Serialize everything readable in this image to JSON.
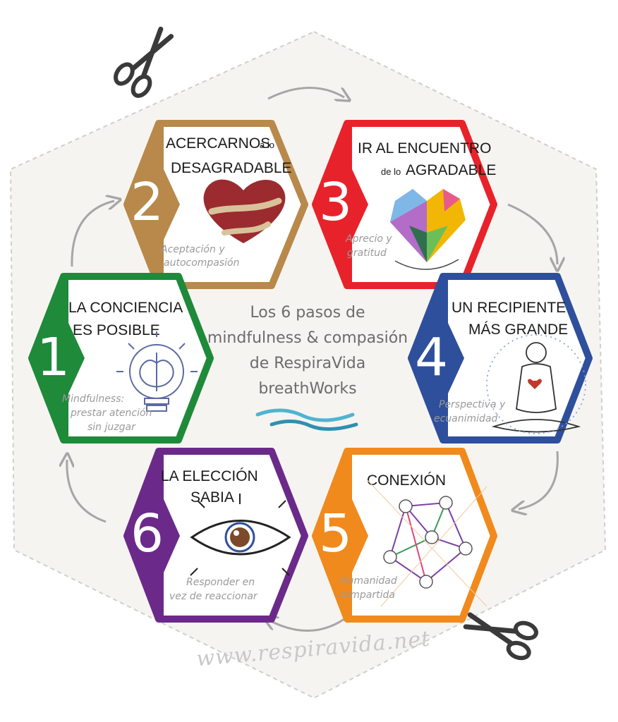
{
  "center": {
    "line1": "Los 6 pasos de",
    "line2": "mindfulness & compasión",
    "line3": "de RespiraVida",
    "line4": "breathWorks"
  },
  "footer_url": "www.respiravida.net",
  "colors": {
    "step1": "#1e8a3a",
    "step2": "#b8894a",
    "step3": "#e8222a",
    "step4": "#2e4f9c",
    "step5": "#f08a1d",
    "step6": "#6b2a8a",
    "wave": "#4fb4cf"
  },
  "steps": {
    "s1": {
      "number": "1",
      "title_a": "LA CONCIENCIA",
      "title_b": "ES POSIBLE",
      "cap_a": "Mindfulness:",
      "cap_b": "prestar atención",
      "cap_c": "sin juzgar",
      "icon": "lightbulb-brain-icon"
    },
    "s2": {
      "number": "2",
      "title_a": "ACERCARNOS",
      "title_a2": "a lo",
      "title_b": "DESAGRADABLE",
      "cap_a": "Aceptación y",
      "cap_b": "autocompasión",
      "icon": "hugging-heart-icon"
    },
    "s3": {
      "number": "3",
      "title_a": "IR AL ENCUENTRO",
      "title_b1": "de lo",
      "title_b": "AGRADABLE",
      "cap_a": "Aprecio y",
      "cap_b": "gratitud",
      "icon": "mosaic-heart-icon"
    },
    "s4": {
      "number": "4",
      "title_a": "UN RECIPIENTE",
      "title_b": "MÁS GRANDE",
      "cap_a": "Perspectiva y",
      "cap_b": "ecuanimidad",
      "icon": "meditating-person-icon"
    },
    "s5": {
      "number": "5",
      "title_a": "CONEXIÓN",
      "cap_a": "Humanidad",
      "cap_b": "compartida",
      "icon": "network-people-icon"
    },
    "s6": {
      "number": "6",
      "title_a": "LA  ELECCIÓN",
      "title_b": "SABIA",
      "cap_a": "Responder en",
      "cap_b": "vez de reaccionar",
      "icon": "eye-icon"
    }
  }
}
